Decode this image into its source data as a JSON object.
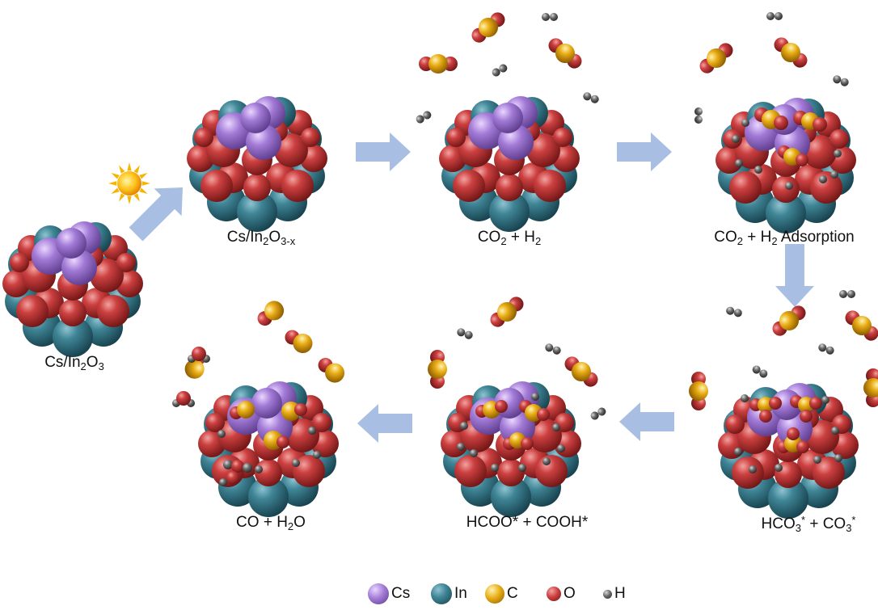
{
  "states": [
    {
      "id": "cs-in2o3",
      "label": {
        "base": "Cs/In",
        "sub1": "2",
        "mid": "O",
        "sub2": "3",
        "tail": ""
      }
    },
    {
      "id": "cs-in2o3-x",
      "label": {
        "base": "Cs/In",
        "sub1": "2",
        "mid": "O",
        "sub2": "3-x",
        "tail": ""
      }
    },
    {
      "id": "co2-h2",
      "label": {
        "base": "CO",
        "sub1": "2",
        "mid": " + H",
        "sub2": "2",
        "tail": ""
      }
    },
    {
      "id": "co2-h2-adsorption",
      "label": {
        "base": "CO",
        "sub1": "2",
        "mid": " + H",
        "sub2": "2",
        "tail": " Adsorption"
      }
    },
    {
      "id": "hco3-co3",
      "label": {
        "base": "HCO",
        "sub1": "3",
        "sup1": "*",
        "mid": " + CO",
        "sub2": "3",
        "sup2": "*",
        "tail": ""
      }
    },
    {
      "id": "hcoo-cooh",
      "label": {
        "text": "HCOO* + COOH*"
      }
    },
    {
      "id": "co-h2o",
      "label": {
        "base": "CO + H",
        "sub1": "2",
        "mid": "O",
        "sub2": "",
        "tail": ""
      }
    }
  ],
  "legend": [
    {
      "key": "Cs",
      "color": "#9b6fd0"
    },
    {
      "key": "In",
      "color": "#2f6f80"
    },
    {
      "key": "C",
      "color": "#e6a817"
    },
    {
      "key": "O",
      "color": "#c73a3a"
    },
    {
      "key": "H",
      "color": "#5a5a5a"
    }
  ]
}
